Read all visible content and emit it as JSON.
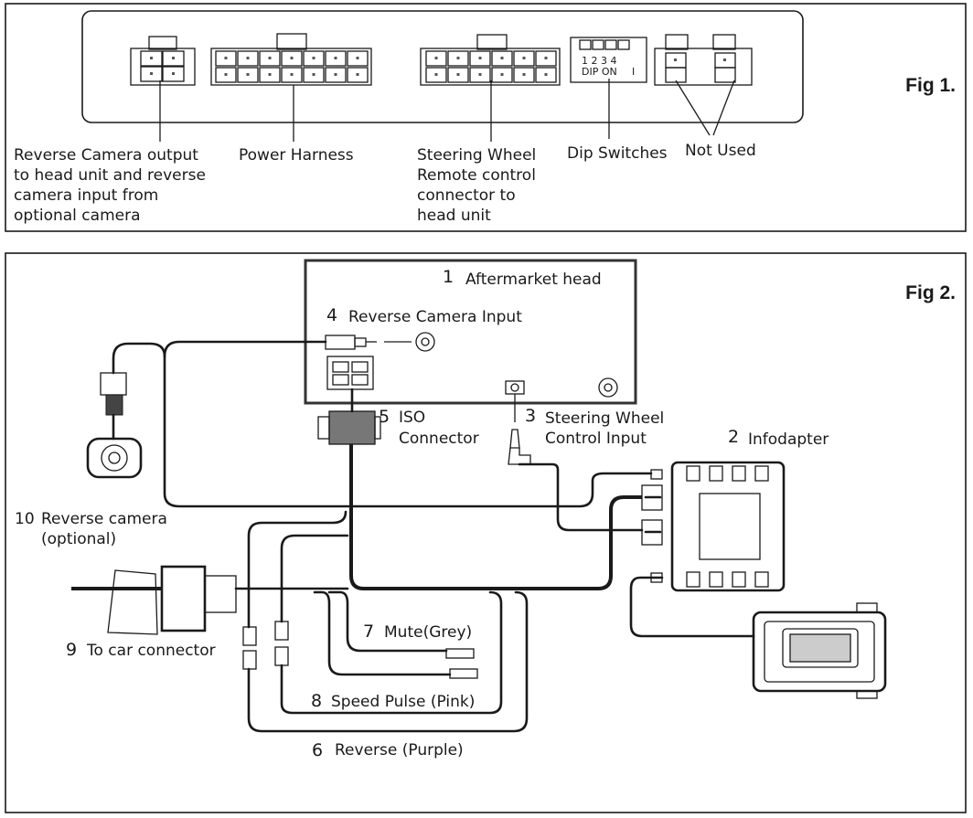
{
  "fig1": {
    "title": "Fig 1.",
    "labels": {
      "reverse_camera": [
        "Reverse Camera output",
        "to head unit and reverse",
        "camera input from",
        "optional camera"
      ],
      "power_harness": "Power Harness",
      "steering_wheel": [
        "Steering Wheel",
        "Remote control",
        "connector to",
        "head unit"
      ],
      "dip_switches": "Dip Switches",
      "not_used": "Not Used"
    },
    "dip": {
      "numbers": "1 2 3 4",
      "text": "DIP  ON",
      "bar": "I"
    }
  },
  "fig2": {
    "title": "Fig 2.",
    "items": [
      {
        "num": "1",
        "label": "Aftermarket head"
      },
      {
        "num": "2",
        "label": "Infodapter"
      },
      {
        "num": "3",
        "label": [
          "Steering Wheel",
          "Control Input"
        ]
      },
      {
        "num": "4",
        "label": "Reverse Camera Input"
      },
      {
        "num": "5",
        "label": [
          "ISO",
          "Connector"
        ]
      },
      {
        "num": "6",
        "label": "Reverse (Purple)"
      },
      {
        "num": "7",
        "label": "Mute(Grey)"
      },
      {
        "num": "8",
        "label": "Speed Pulse (Pink)"
      },
      {
        "num": "9",
        "label": "To car connector"
      },
      {
        "num": "10",
        "label": [
          "Reverse camera",
          "(optional)"
        ]
      }
    ]
  }
}
